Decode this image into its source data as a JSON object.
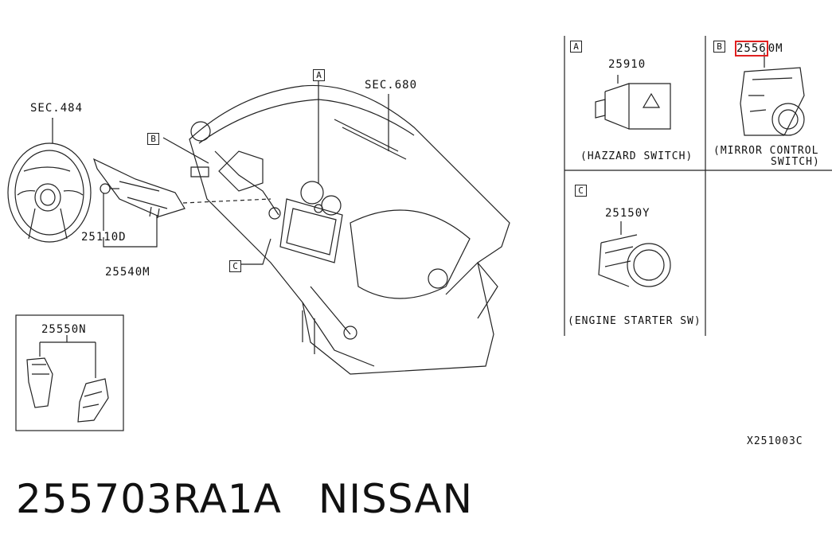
{
  "labels": {
    "sec484": "SEC.484",
    "sec680": "SEC.680",
    "p25110d": "25110D",
    "p25540m": "25540M",
    "p25550n": "25550N",
    "marker_a": "A",
    "marker_b": "B",
    "marker_c": "C"
  },
  "panel_a": {
    "tag": "A",
    "part": "25910",
    "caption": "(HAZZARD SWITCH)"
  },
  "panel_b": {
    "tag": "B",
    "part_highlight": "2556",
    "part_suffix": "0M",
    "caption_line1": "(MIRROR CONTROL",
    "caption_line2": "SWITCH)"
  },
  "panel_c": {
    "tag": "C",
    "part": "25150Y",
    "caption": "(ENGINE STARTER SW)"
  },
  "diagram_code": "X251003C",
  "footer": {
    "part_number": "255703RA1A",
    "brand": "NISSAN"
  },
  "colors": {
    "highlight": "#e02020",
    "line": "#222222"
  }
}
